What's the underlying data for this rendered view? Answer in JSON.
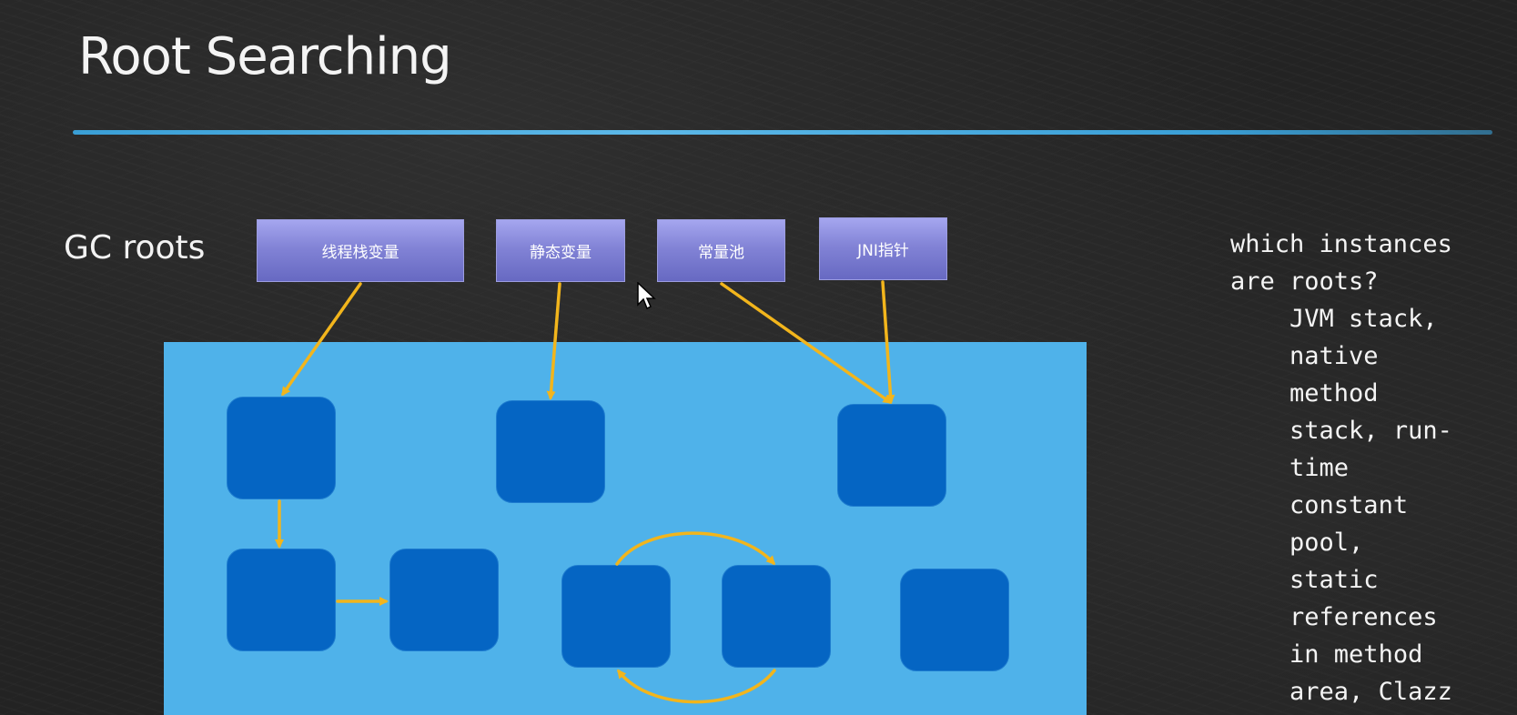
{
  "slide": {
    "title": "Root Searching",
    "gc_label": "GC roots",
    "roots": [
      {
        "label": "线程栈变量"
      },
      {
        "label": "静态变量"
      },
      {
        "label": "常量池"
      },
      {
        "label": "JNI指针"
      }
    ],
    "note": {
      "line1": "which instances",
      "line2": "are roots?",
      "items": [
        "JVM stack,",
        "native",
        "method",
        "stack, run-",
        "time",
        "constant",
        "pool,",
        "static",
        "references",
        "in method",
        "area, Clazz"
      ]
    }
  },
  "colors": {
    "background": "#232323",
    "title_rule": "#3a9fd6",
    "root_box": "#8283d6",
    "heap": "#4fb2ea",
    "node": "#0565c3",
    "arrow": "#f2b51c"
  },
  "icons": {
    "cursor": "mouse-pointer-icon"
  }
}
